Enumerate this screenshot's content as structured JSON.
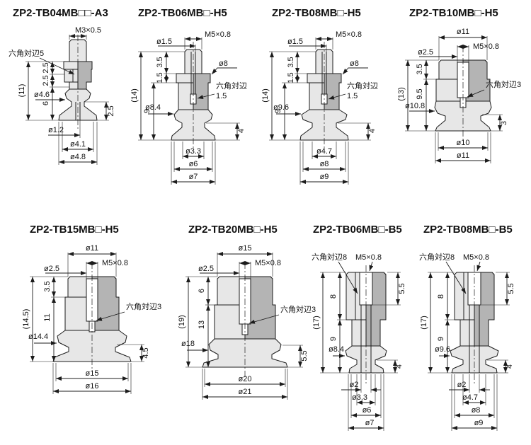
{
  "page": {
    "background": "#ffffff",
    "line_color": "#1c1c1c",
    "body_fill": "#e7e7e7",
    "section_fill": "#b4b4b4"
  },
  "drawings": [
    {
      "title": "ZP2-TB04MB□□-A3",
      "dims": {
        "hex": "六角対辺5",
        "thread": "M3×0.5",
        "seg1": "2.5",
        "seg2": "2.5",
        "seg3": "6",
        "overall": "(11)",
        "side_dia": "ø4.6",
        "lip": "2.5",
        "dia1": "ø1.2",
        "dia2": "ø4.1",
        "dia3": "ø4.8"
      }
    },
    {
      "title": "ZP2-TB06MB□-H5",
      "dims": {
        "thread": "M5×0.8",
        "port_dia": "ø1.5",
        "seg1": "3.5",
        "seg2": "1.5",
        "body": "9",
        "overall": "(14)",
        "flange_dia": "ø8",
        "hex_l1": "六角対辺",
        "hex_l2": "1.5",
        "side_dia": "ø8.4",
        "lip": "4",
        "dia1": "ø3.3",
        "dia2": "ø6",
        "dia3": "ø7"
      }
    },
    {
      "title": "ZP2-TB08MB□-H5",
      "dims": {
        "thread": "M5×0.8",
        "port_dia": "ø1.5",
        "seg1": "3.5",
        "seg2": "1.5",
        "body": "9",
        "overall": "(14)",
        "flange_dia": "ø8",
        "hex_l1": "六角対辺",
        "hex_l2": "1.5",
        "side_dia": "ø9.6",
        "lip": "4",
        "dia1": "ø4.7",
        "dia2": "ø8",
        "dia3": "ø9"
      }
    },
    {
      "title": "ZP2-TB10MB□-H5",
      "dims": {
        "top_dia": "ø11",
        "thread": "M5×0.8",
        "port_dia": "ø2.5",
        "seg1": "3.5",
        "body": "9.5",
        "overall": "(13)",
        "hex": "六角対辺3",
        "side_dia": "ø10.8",
        "lip": "3",
        "dia1": "ø10",
        "dia2": "ø11"
      }
    },
    {
      "title": "ZP2-TB15MB□-H5",
      "dims": {
        "top_dia": "ø11",
        "thread": "M5×0.8",
        "port_dia": "ø2.5",
        "seg1": "3.5",
        "body": "11",
        "overall": "(14.5)",
        "hex": "六角対辺3",
        "side_dia": "ø14.4",
        "lip": "4.5",
        "dia1": "ø15",
        "dia2": "ø16"
      }
    },
    {
      "title": "ZP2-TB20MB□-H5",
      "dims": {
        "top_dia": "ø15",
        "thread": "M5×0.8",
        "port_dia": "ø2.5",
        "seg1": "6",
        "body": "13",
        "overall": "(19)",
        "hex": "六角対辺3",
        "side_dia": "ø18",
        "lip": "5.5",
        "dia1": "ø20",
        "dia2": "ø21"
      }
    },
    {
      "title": "ZP2-TB06MB□-B5",
      "dims": {
        "hex": "六角対辺8",
        "thread": "M5×0.8",
        "depth": "5.5",
        "seg1": "8",
        "body": "9",
        "overall": "(17)",
        "side_dia": "ø8.4",
        "lip": "4",
        "dia1": "ø2",
        "dia2": "ø3.3",
        "dia3": "ø6",
        "dia4": "ø7"
      }
    },
    {
      "title": "ZP2-TB08MB□-B5",
      "dims": {
        "hex": "六角対辺8",
        "thread": "M5×0.8",
        "depth": "5.5",
        "seg1": "8",
        "body": "9",
        "overall": "(17)",
        "side_dia": "ø9.6",
        "lip": "4",
        "dia1": "ø2",
        "dia2": "ø4.7",
        "dia3": "ø8",
        "dia4": "ø9"
      }
    }
  ]
}
